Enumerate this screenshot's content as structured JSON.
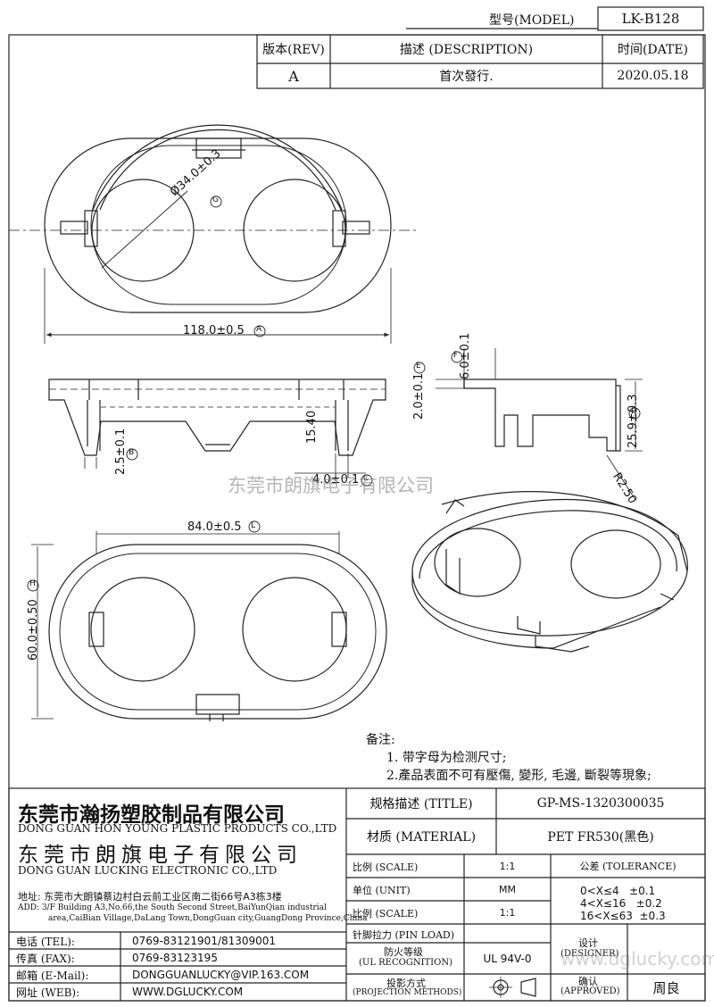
{
  "header": {
    "model_label": "型号(MODEL)",
    "model_value": "LK-B128",
    "rev_label": "版本(REV)",
    "desc_label": "描述 (DESCRIPTION)",
    "date_label": "时间(DATE)",
    "rev_value": "A",
    "desc_value": "首次發行.",
    "date_value": "2020.05.18"
  },
  "dimensions": {
    "top_width": "118.0±0.5",
    "top_width_mark": "A",
    "circle_dia": "Ø34.0±0.3",
    "circle_dia_mark": "G",
    "side_2_5": "2.5±0.1",
    "side_2_5_mark": "B",
    "side_15_40": "15.40",
    "side_4_0": "4.0±0.1",
    "side_4_0_mark": "C",
    "right_2_0": "2.0±0.1",
    "right_2_0_mark": "E",
    "right_6_0": "6.0±0.1",
    "right_6_0_mark": "F",
    "right_25_9": "25.9±0.3",
    "right_25_9_mark": "D",
    "radius": "R2.50",
    "bottom_width": "84.0±0.5",
    "bottom_width_mark": "L",
    "bottom_height": "60.0±0.50",
    "bottom_height_mark": "H"
  },
  "watermark": "东莞市朗旗电子有限公司",
  "notes": {
    "title": "备注:",
    "n1": "1. 带字母为检测尺寸;",
    "n2": "2.產品表面不可有壓傷, 變形, 毛邊, 斷裂等現象;"
  },
  "company": {
    "name1_cn": "东莞市瀚扬塑胶制品有限公司",
    "name1_en": "DONG GUAN HON YOUNG PLASTIC PRODUCTS CO.,LTD",
    "name2_cn": "东莞市朗旗电子有限公司",
    "name2_en": "DONG GUAN LUCKING ELECTRONIC CO.,LTD",
    "addr_cn": "地址: 东莞市大朗镇蔡边村白云前工业区南二街66号A3栋3楼",
    "addr_en1": "ADD: 3/F Building A3,No.66,the South Second Street,BaiYunQian industrial",
    "addr_en2": "area,CaiBian Village,DaLang Town,DongGuan city,GuangDong Province,China"
  },
  "contact": {
    "tel_label": "电话 (TEL):",
    "tel_value": "0769-83121901/81309001",
    "fax_label": "传真 (FAX):",
    "fax_value": "0769-83123195",
    "mail_label": "邮箱 (E-Mail):",
    "mail_value": "DONGGUANLUCKY@VIP.163.COM",
    "web_label": "网址 (WEB):",
    "web_value": "WWW.DGLUCKY.COM"
  },
  "title_block": {
    "title_label": "规格描述 (TITLE)",
    "title_value": "GP-MS-1320300035",
    "material_label": "材质 (MATERIAL)",
    "material_value": "PET FR530(黑色)",
    "scale_label": "比例 (SCALE)",
    "scale_value": "1:1",
    "unit_label": "单位 (UNIT)",
    "unit_value": "MM",
    "scale2_label": "比例 (SCALE)",
    "scale2_value": "1:1",
    "pin_label": "针脚拉力 (PIN LOAD)",
    "ul_label1": "防火等级",
    "ul_label2": "(UL RECOGNITION)",
    "ul_value": "UL 94V-0",
    "proj_label1": "投影方式",
    "proj_label2": "(PROJECTION METHODS)",
    "tolerance_label": "公差 (TOLERANCE)",
    "tol1": "0<X≤4   ±0.1",
    "tol2": "4<X≤16   ±0.2",
    "tol3": "16<X≤63  ±0.3",
    "designer_label1": "设计",
    "designer_label2": "(DESIGNER)",
    "approved_label1": "确认",
    "approved_label2": "(APPROVED)",
    "approved_value": "周良",
    "site_watermark": "www.dglucky.com"
  }
}
